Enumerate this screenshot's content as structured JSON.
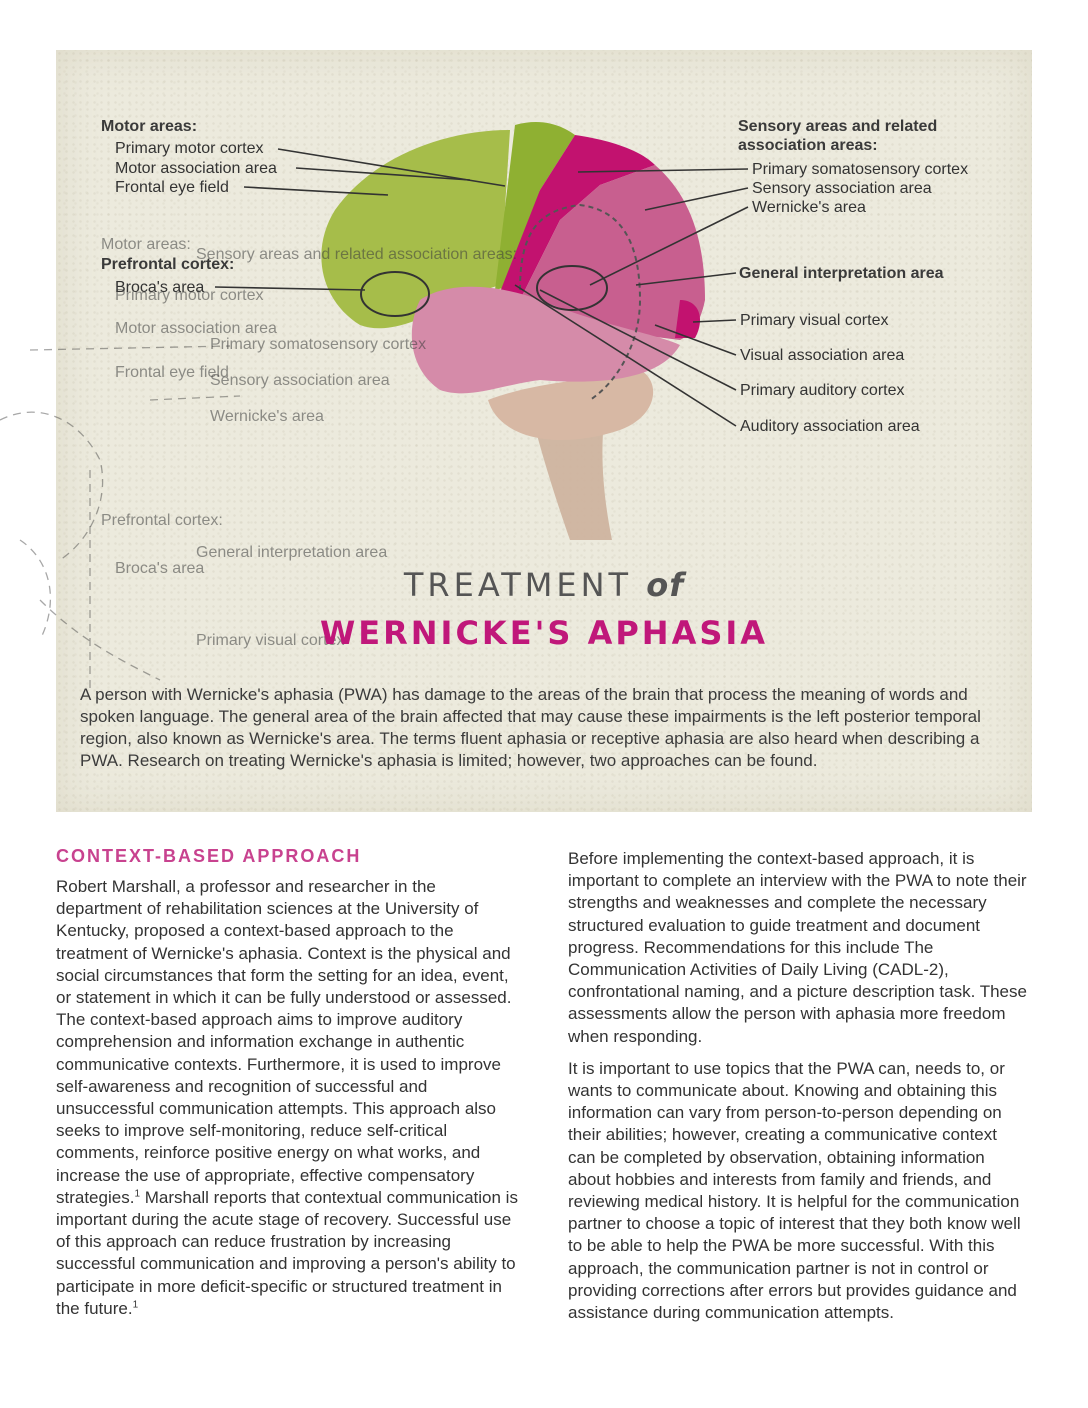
{
  "diagram": {
    "left_labels": {
      "motor_head": "Motor areas:",
      "motor_items": [
        "Primary motor cortex",
        "Motor association area",
        "Frontal eye field"
      ],
      "prefrontal_head": "Prefrontal cortex:",
      "prefrontal_items": [
        "Broca's area"
      ]
    },
    "right_labels": {
      "sensory_head": "Sensory areas and related association areas:",
      "sensory_items": [
        "Primary somatosensory cortex",
        "Sensory association area",
        "Wernicke's area"
      ],
      "general_head": "General interpretation area",
      "lower_items": [
        "Primary visual cortex",
        "Visual association area",
        "Primary auditory cortex",
        "Auditory association area"
      ]
    },
    "colors": {
      "motor": "#9ab53f",
      "frontal": "#a6bd4a",
      "sensory": "#c2126f",
      "association": "#c85f8f",
      "temporal": "#d58ba9",
      "cerebellum": "#d7b8a4",
      "brainstem": "#cdb19c"
    }
  },
  "title": {
    "line1": "TREATMENT",
    "of": "of",
    "line2": "WERNICKE'S APHASIA"
  },
  "intro": "A person with Wernicke's aphasia (PWA) has damage to the areas of the brain that process the meaning of words and spoken language. The general area of the brain affected that may cause these impairments is the left posterior temporal region, also known as Wernicke's area. The terms fluent aphasia or receptive aphasia are also heard when describing a PWA. Research on treating Wernicke's aphasia is limited; however, two approaches can be found.",
  "section": {
    "heading": "CONTEXT-BASED APPROACH",
    "left_para_a": "Robert Marshall, a professor and researcher in the department of rehabilitation sciences at the University of Kentucky, proposed a context-based approach to the treatment of Wernicke's aphasia. Context is the physical and social circumstances that form the setting for an idea, event, or statement in which it can be fully understood or assessed. The context-based approach aims to improve auditory comprehension and information exchange in authentic communicative contexts. Furthermore, it is used to improve self-awareness and recognition of successful and unsuccessful communication attempts. This approach also seeks to improve self-monitoring, reduce self-critical comments, reinforce positive energy on what works, and increase the use of appropriate, effective compensatory strategies.",
    "left_ref_a": "1",
    "left_para_b": " Marshall reports that contextual communication is important during the acute stage of recovery. Successful use of this approach can reduce frustration by increasing successful communication and improving a person's ability to participate in more deficit-specific or structured treatment in the future.",
    "left_ref_b": "1",
    "right_paras": [
      "Before implementing the context-based approach, it is important to complete an interview with the PWA to note their strengths and weaknesses and complete the necessary structured evaluation to guide treatment and document progress. Recommendations for this include The Communication Activities of Daily Living (CADL-2), confrontational naming, and a picture description task. These assessments allow the person with aphasia more freedom when responding.",
      "It is important to use topics that the PWA can, needs to, or wants to communicate about. Knowing and obtaining this information can vary from person-to-person depending on their abilities; however, creating a communicative context can be completed by observation, obtaining information about hobbies and interests from family and friends, and reviewing medical history. It is helpful for the communication partner to choose a topic of interest that they both know well to be able to help the PWA be more successful. With this approach, the communication partner is not in control or providing corrections after errors but provides guidance and assistance during communication attempts."
    ]
  }
}
